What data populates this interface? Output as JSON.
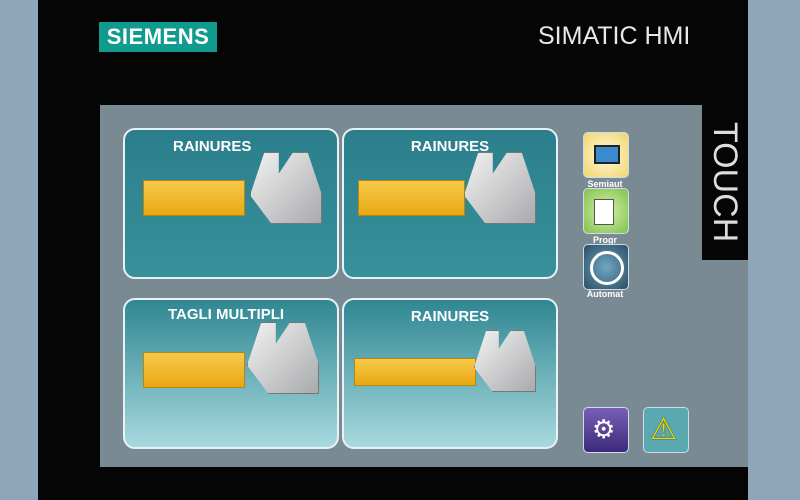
{
  "header": {
    "logo": "SIEMENS",
    "brand": "SIMATIC HMI",
    "touch": "TOUCH"
  },
  "tiles": [
    {
      "label": "RAINURES"
    },
    {
      "label": "RAINURES"
    },
    {
      "label": "TAGLI MULTIPLI"
    },
    {
      "label": "RAINURES"
    }
  ],
  "modes": [
    {
      "label": "Semiaut",
      "icon": "hand-touch-laptop-icon"
    },
    {
      "label": "Progr",
      "icon": "pen-document-icon"
    },
    {
      "label": "Automat",
      "icon": "laptop-cycle-icon"
    }
  ],
  "bottom": {
    "settings_icon": "gears-icon",
    "alarm_icon": "warning-icon"
  }
}
